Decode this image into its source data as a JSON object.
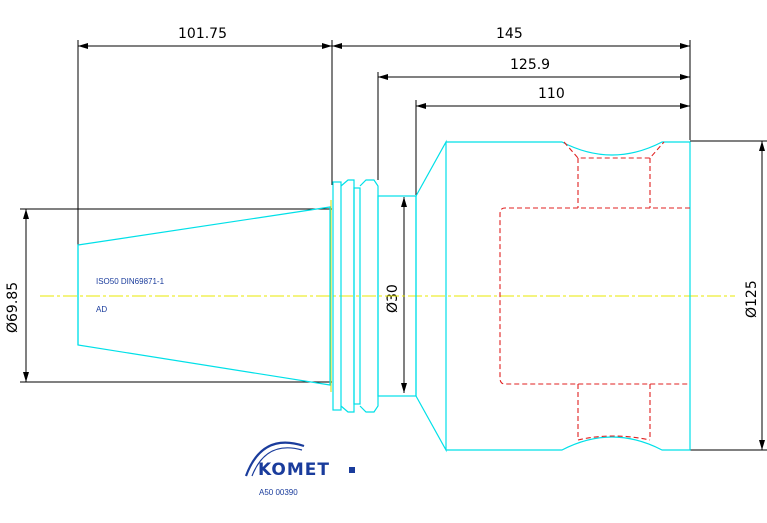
{
  "dimensions": {
    "d_101_75": "101.75",
    "d_145": "145",
    "d_125_9": "125.9",
    "d_110": "110",
    "dia_69_85": "Ø69.85",
    "dia_30": "Ø30",
    "dia_125": "Ø125"
  },
  "notes": {
    "standard": "ISO50 DIN69871-1",
    "form": "AD"
  },
  "logo": {
    "name": "KOMET",
    "code": "A50 00390"
  },
  "colors": {
    "outline": "#00e0e8",
    "hidden": "#e02020",
    "centerline": "#e8e800",
    "dimension": "#000000",
    "brand": "#1a3c9c"
  }
}
